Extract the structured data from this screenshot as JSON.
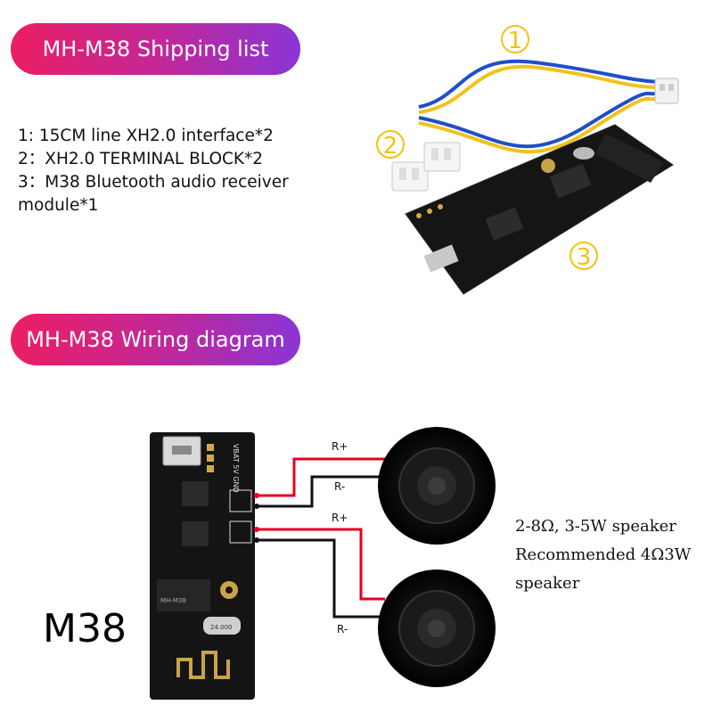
{
  "headers": {
    "shipping": "MH-M38 Shipping list",
    "wiring": "MH-M38 Wiring diagram"
  },
  "shipping_list": [
    "1:  15CM line XH2.0 interface*2",
    "2：XH2.0 TERMINAL BLOCK*2",
    "3：M38 Bluetooth audio receiver module*1"
  ],
  "callouts": [
    "1",
    "2",
    "3"
  ],
  "wires": {
    "r_plus": "R+",
    "r_minus": "R-"
  },
  "speaker_spec": [
    "2-8Ω, 3-5W speaker",
    "Recommended 4Ω3W",
    "speaker"
  ],
  "module_label": "M38",
  "board_silkscreen": {
    "pins": "VBAT 5V GND",
    "chip": "MH-M38",
    "crystal": "24.000"
  },
  "colors": {
    "pill_start": "#ec1e63",
    "pill_end": "#8b35d6",
    "callout": "#f4c20d",
    "wire_red": "#e5001f",
    "wire_black": "#111111",
    "wire_blue": "#1f4fc9",
    "wire_yellow": "#f2c21b",
    "board": "#141414"
  }
}
